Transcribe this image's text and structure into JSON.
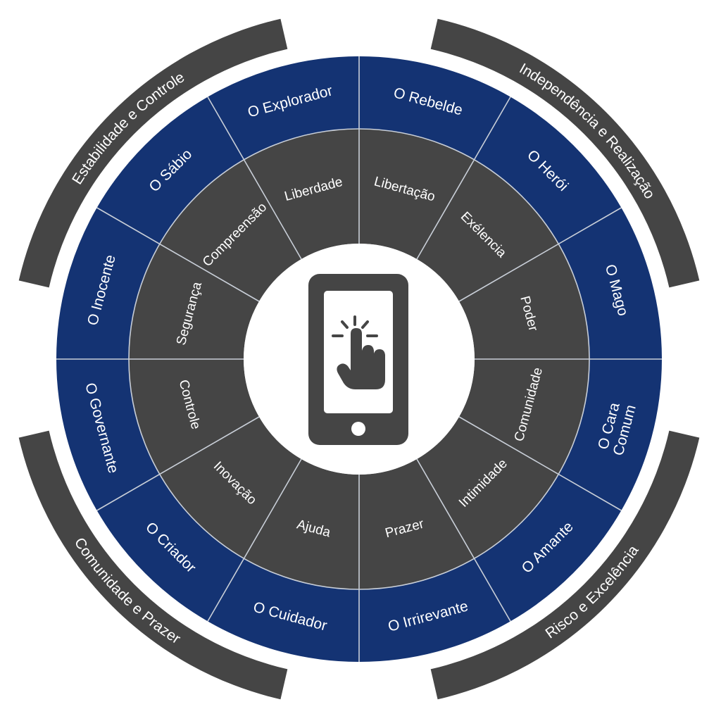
{
  "colors": {
    "navy": "#143373",
    "charcoal": "#454545",
    "divider": "#c9cfd8",
    "center": "#ffffff",
    "icon": "#454545",
    "text": "#ffffff"
  },
  "groups": [
    {
      "label": "Independência e Realização"
    },
    {
      "label": "Risco e Excelência"
    },
    {
      "label": "Comunidade e Prazer"
    },
    {
      "label": "Estabilidade e Controle"
    }
  ],
  "archetypes": [
    {
      "name": "O Rebelde",
      "value": "Libertação"
    },
    {
      "name": "O Herói",
      "value": "Exélencia"
    },
    {
      "name": "O Mago",
      "value": "Poder"
    },
    {
      "name": "O Cara Comum",
      "lines": [
        "O Cara",
        "Comum"
      ],
      "value": "Comunidade"
    },
    {
      "name": "O Amante",
      "value": "Intimidade"
    },
    {
      "name": "O Irrirevante",
      "value": "Prazer"
    },
    {
      "name": "O Cuidador",
      "value": "Ajuda"
    },
    {
      "name": "O Criador",
      "value": "Inovação"
    },
    {
      "name": "O Governante",
      "value": "Controle"
    },
    {
      "name": "O Inocente",
      "value": "Segurança"
    },
    {
      "name": "O Sábio",
      "value": "Compreensão"
    },
    {
      "name": "O Explorador",
      "value": "Liberdade"
    }
  ],
  "center": {
    "icon": "smartphone-tap-icon"
  }
}
